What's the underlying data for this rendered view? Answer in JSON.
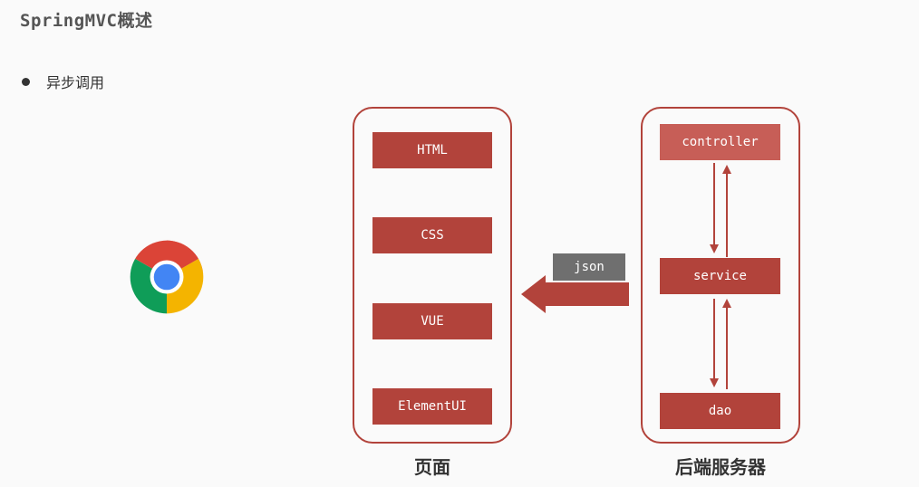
{
  "slide": {
    "title": "SpringMVC概述",
    "bullet": "异步调用"
  },
  "frontend": {
    "caption": "页面",
    "items": [
      "HTML",
      "CSS",
      "VUE",
      "ElementUI"
    ]
  },
  "backend": {
    "caption": "后端服务器",
    "layers": [
      "controller",
      "service",
      "dao"
    ]
  },
  "transfer": {
    "label": "json"
  },
  "icons": {
    "browser": "chrome-icon"
  },
  "colors": {
    "accent": "#b2433b",
    "controller": "#c75e57",
    "tag": "#6f6f6f"
  }
}
